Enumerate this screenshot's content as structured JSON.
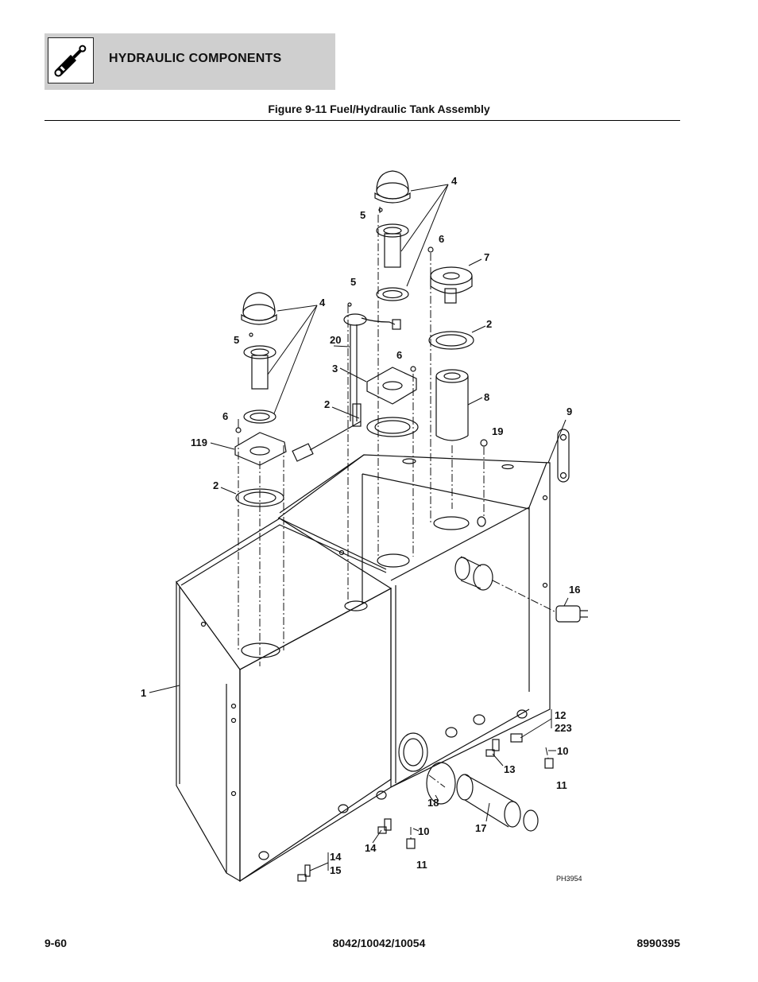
{
  "header": {
    "section_title": "HYDRAULIC COMPONENTS",
    "icon": "hydraulic-cylinder-icon"
  },
  "figure": {
    "title": "Figure 9-11 Fuel/Hydraulic Tank Assembly",
    "drawing_code": "PH3954"
  },
  "callouts": {
    "c4_top": "4",
    "c5_top": "5",
    "c6_top": "6",
    "c7": "7",
    "c5_mid": "5",
    "c4_left": "4",
    "c2_right": "2",
    "c5_left": "5",
    "c20": "20",
    "c6_mid": "6",
    "c3": "3",
    "c8": "8",
    "c2_mid": "2",
    "c9": "9",
    "c6_left": "6",
    "c19": "19",
    "c119": "119",
    "c2_left": "2",
    "c16": "16",
    "c1": "1",
    "c12": "12",
    "c223": "223",
    "c10_right": "10",
    "c13": "13",
    "c11_right": "11",
    "c18": "18",
    "c17": "17",
    "c10_bottom": "10",
    "c14_mid": "14",
    "c11_bottom": "11",
    "c14": "14",
    "c15": "15"
  },
  "footer": {
    "page_number": "9-60",
    "models": "8042/10042/10054",
    "manual_number": "8990395"
  }
}
